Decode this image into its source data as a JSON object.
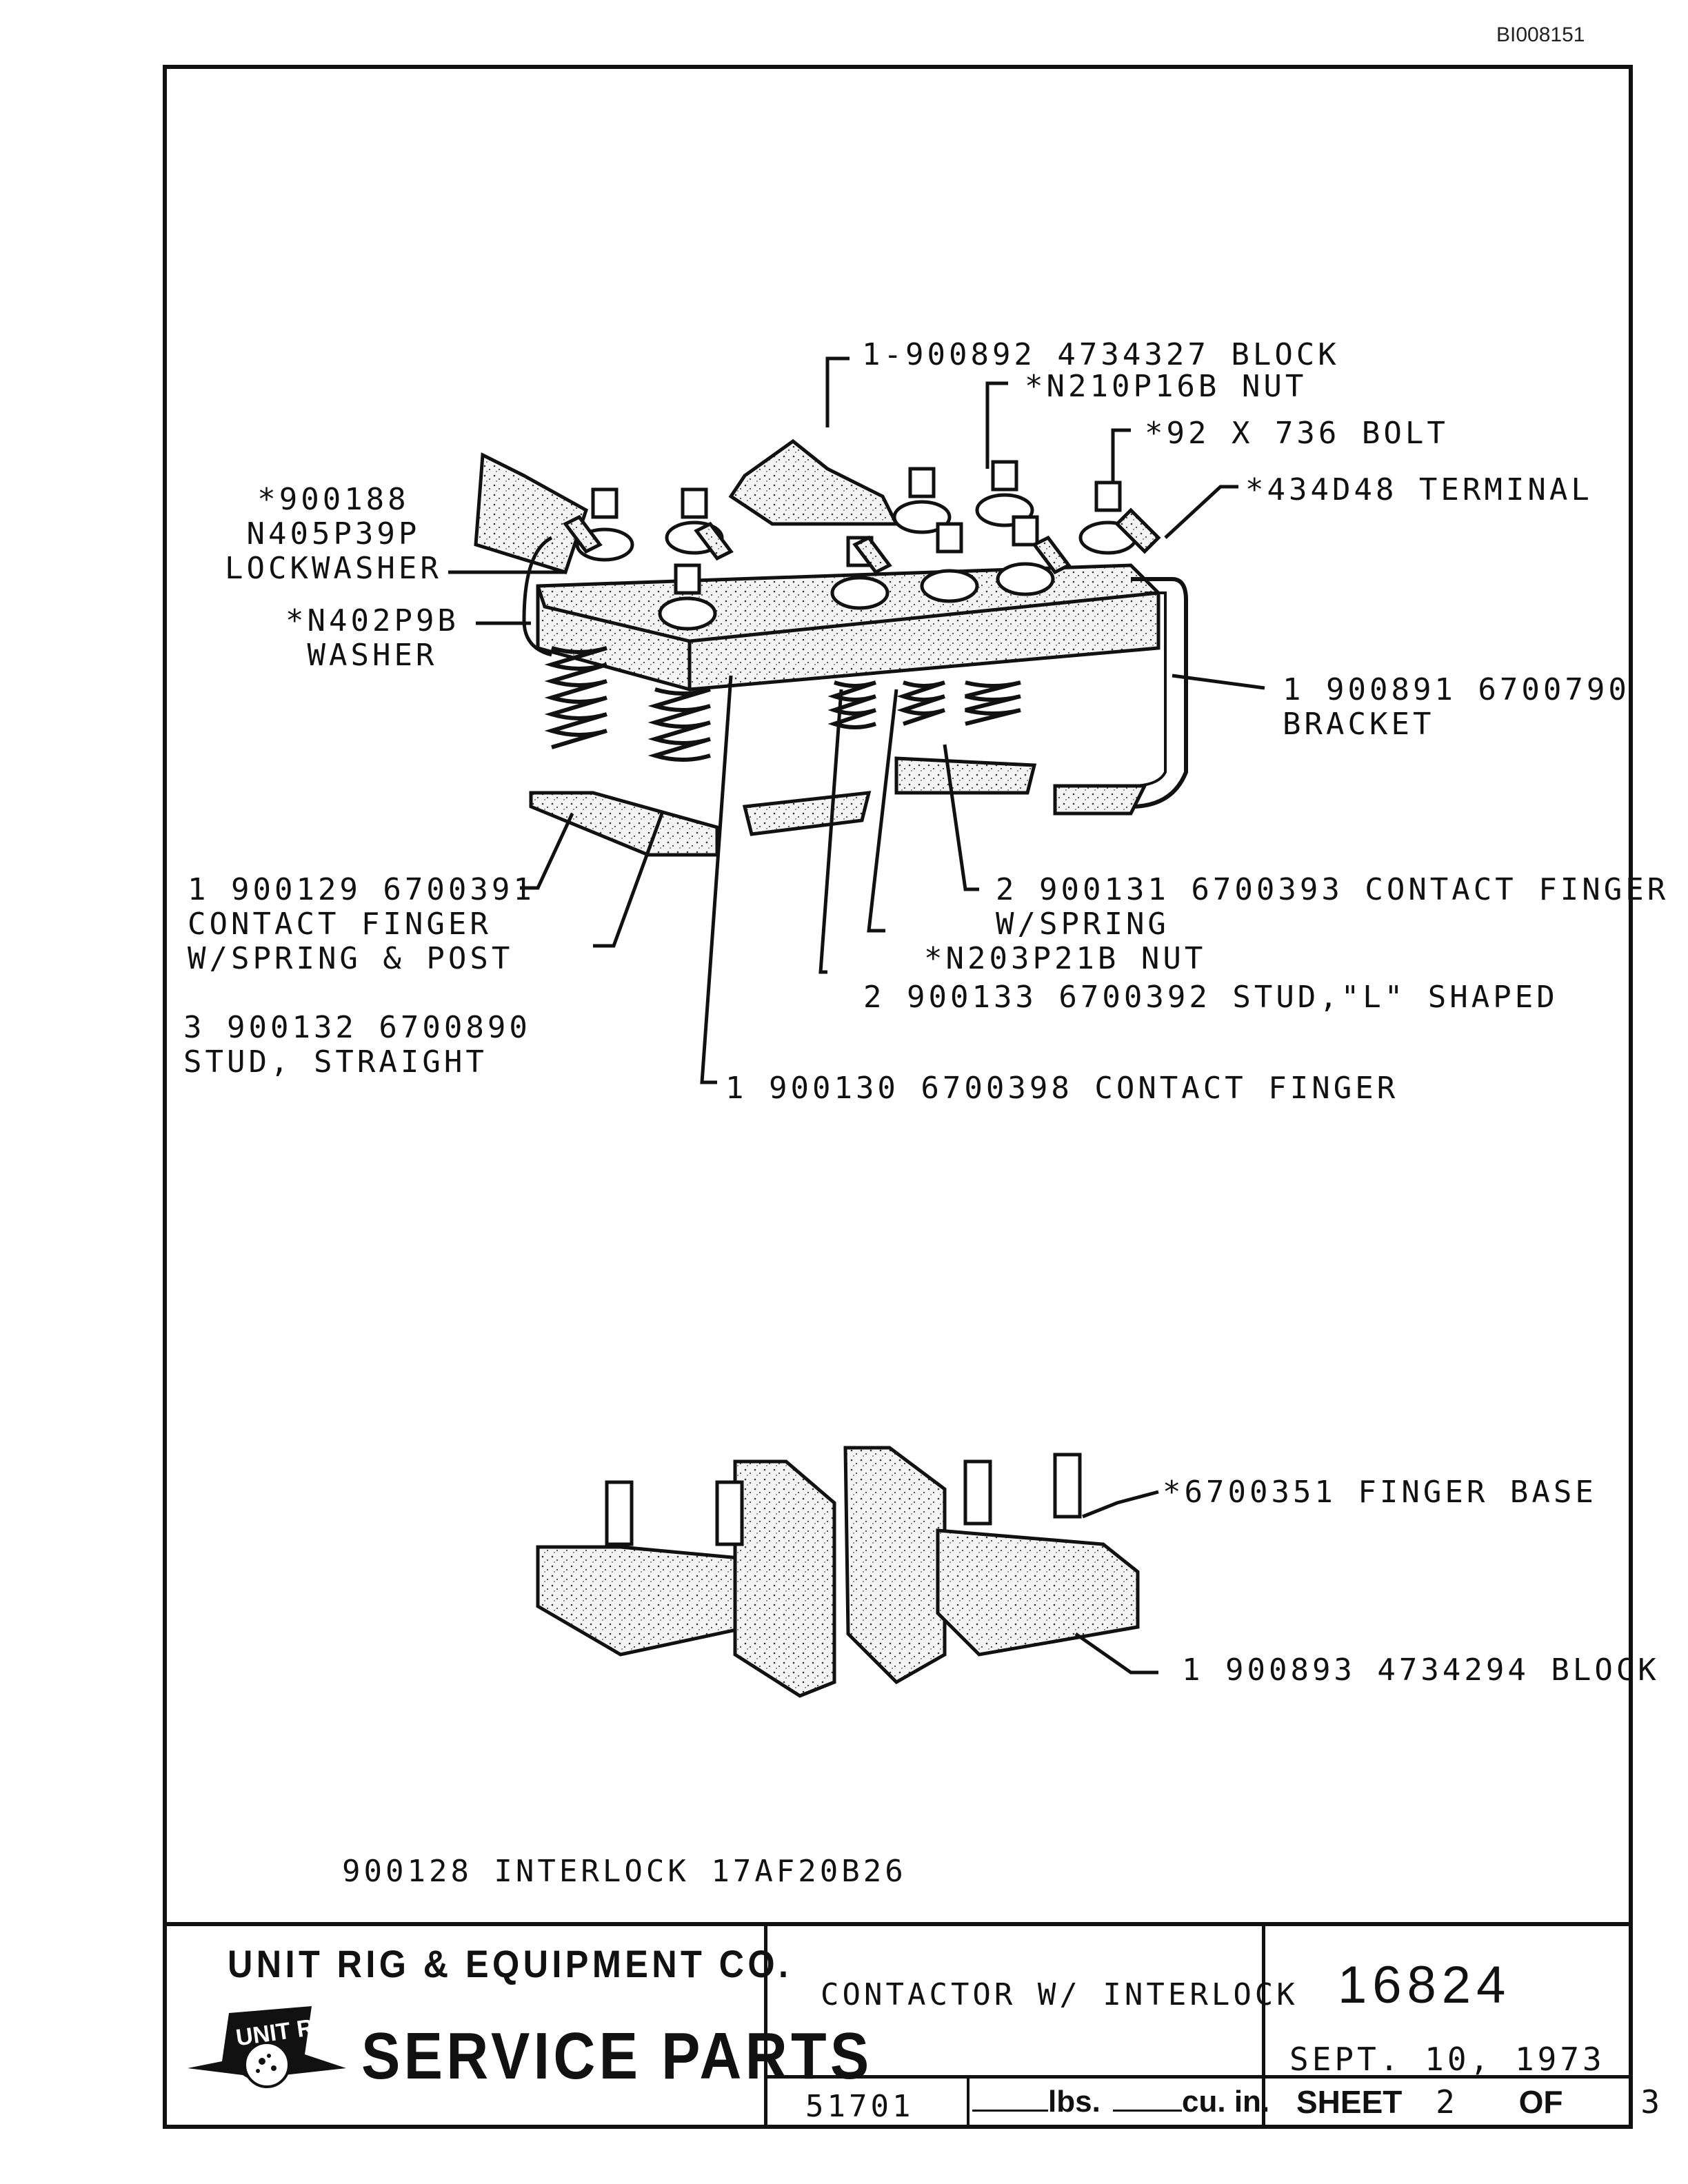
{
  "document_id": "BI008151",
  "upper_assembly": {
    "callouts": [
      {
        "id": "block-top",
        "text": "1-900892 4734327 BLOCK"
      },
      {
        "id": "nut-n210",
        "text": "*N210P16B NUT"
      },
      {
        "id": "bolt",
        "text": "*92 X 736 BOLT"
      },
      {
        "id": "terminal",
        "text": "*434D48 TERMINAL"
      },
      {
        "id": "lockwasher",
        "text": "*900188\nN405P39P\nLOCKWASHER"
      },
      {
        "id": "washer",
        "text": "*N402P9B\nWASHER"
      },
      {
        "id": "bracket",
        "text": "1 900891 6700790\nBRACKET"
      },
      {
        "id": "contact-finger-post",
        "text": "1 900129 6700391\nCONTACT FINGER\nW/SPRING & POST"
      },
      {
        "id": "stud-straight",
        "text": "3 900132 6700890\nSTUD, STRAIGHT"
      },
      {
        "id": "contact-finger-spring",
        "text": "2 900131 6700393 CONTACT FINGER\nW/SPRING"
      },
      {
        "id": "nut-n203",
        "text": "*N203P21B NUT"
      },
      {
        "id": "stud-l",
        "text": "2 900133 6700392 STUD,\"L\" SHAPED"
      },
      {
        "id": "contact-finger",
        "text": "1 900130 6700398 CONTACT FINGER"
      }
    ]
  },
  "lower_assembly": {
    "callouts": [
      {
        "id": "finger-base",
        "text": "*6700351 FINGER BASE"
      },
      {
        "id": "block-bottom",
        "text": "1 900893 4734294 BLOCK"
      }
    ]
  },
  "assembly_title": "900128 INTERLOCK 17AF20B26",
  "title_block": {
    "company": "UNIT RIG & EQUIPMENT CO.",
    "logo_text": "UNIT RIG",
    "service_parts": "SERVICE PARTS",
    "description": "CONTACTOR W/ INTERLOCK",
    "part_number": "16824",
    "date": "SEPT. 10, 1973",
    "code": "51701",
    "lbs_label": "lbs.",
    "cuin_label": "cu. in.",
    "sheet_label": "SHEET",
    "sheet_number": "2",
    "of_label": "OF",
    "sheet_total": "3"
  }
}
